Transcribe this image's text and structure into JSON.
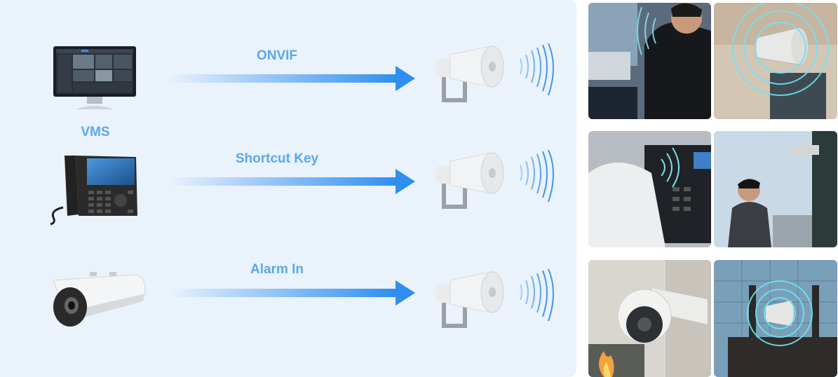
{
  "flows": [
    {
      "label": "ONVIF",
      "source_label": "VMS",
      "source_icon": "vms-monitor-icon"
    },
    {
      "label": "Shortcut Key",
      "source_label": "",
      "source_icon": "ip-desk-phone-icon"
    },
    {
      "label": "Alarm In",
      "source_label": "",
      "source_icon": "bullet-camera-icon"
    }
  ],
  "target_icon": "horn-speaker-icon",
  "colors": {
    "panel_bg": "#eaf2fc",
    "accent": "#5aa8ec",
    "arrow": "#2f8ef0"
  },
  "photos": [
    {
      "icon": "person-using-laptop-photo"
    },
    {
      "icon": "horn-speaker-on-pole-photo"
    },
    {
      "icon": "person-using-desk-phone-photo"
    },
    {
      "icon": "person-looking-at-speaker-photo"
    },
    {
      "icon": "dome-camera-fire-photo"
    },
    {
      "icon": "speaker-on-building-photo"
    }
  ]
}
